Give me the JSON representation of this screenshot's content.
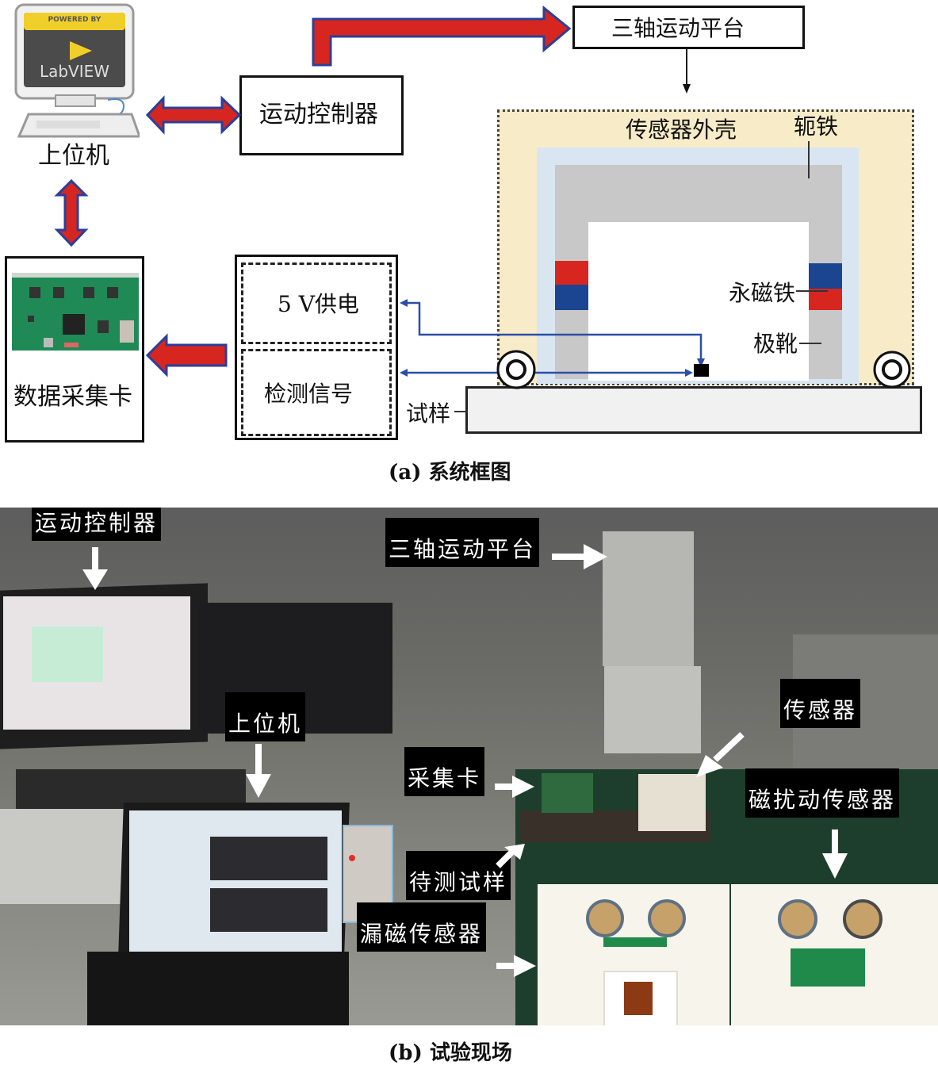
{
  "diagram": {
    "host_pc": {
      "label": "上位机",
      "logo_top": "POWERED BY",
      "logo_name": "LabVIEW"
    },
    "motion_controller": {
      "label": "运动控制器"
    },
    "three_axis_stage": {
      "label": "三轴运动平台"
    },
    "daq_card": {
      "label": "数据采集卡"
    },
    "signal_box": {
      "power_label": "5 V供电",
      "signal_label": "检测信号"
    },
    "sensor": {
      "housing_label": "传感器外壳",
      "yoke_label": "轭铁",
      "magnet_label": "永磁铁",
      "pole_shoe_label": "极靴",
      "specimen_label": "试样"
    },
    "colors": {
      "arrow_fill": "#d7261f",
      "arrow_outline": "#2b3f9a",
      "housing": "#f8ecc8",
      "shield": "#d9e6f2",
      "yoke": "#c8c8c8",
      "magnet_red": "#d7261f",
      "magnet_blue": "#1b4591",
      "signal_line": "#2b4ea8"
    },
    "caption_prefix": "(a)",
    "caption": "系统框图"
  },
  "photo": {
    "tags": {
      "motion_controller": "运动控制器",
      "three_axis_stage": "三轴运动平台",
      "host_pc": "上位机",
      "sensor": "传感器",
      "daq_card": "采集卡",
      "mfd_sensor": "磁扰动传感器",
      "specimen": "待测试样",
      "mfl_sensor": "漏磁传感器"
    },
    "caption_prefix": "(b)",
    "caption": "试验现场"
  }
}
